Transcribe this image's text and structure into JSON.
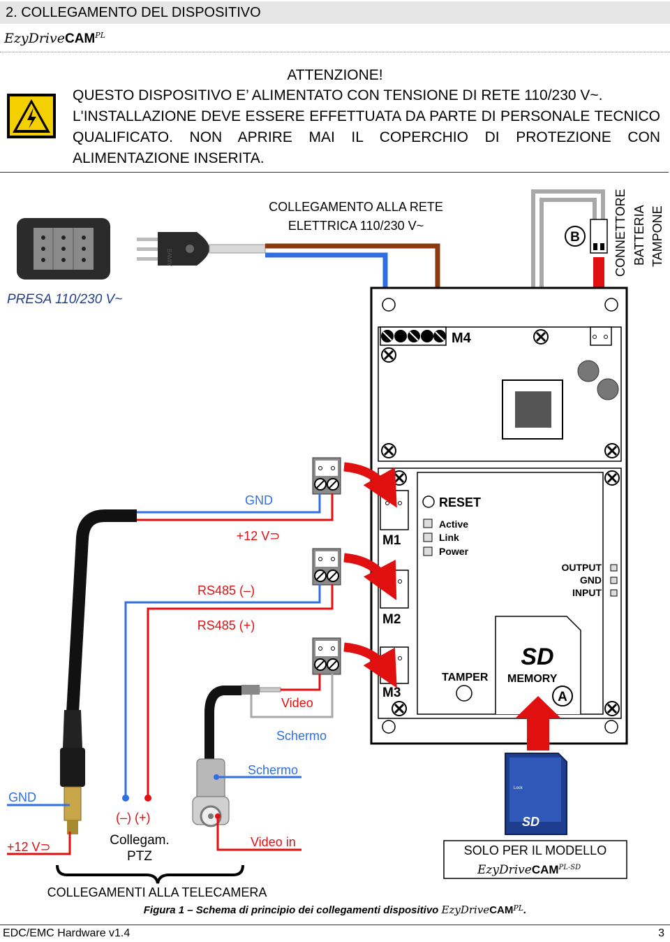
{
  "header": {
    "section_title": "2. COLLEGAMENTO DEL DISPOSITIVO",
    "brand_script": "EzyDrive",
    "brand_bold": "CAM",
    "brand_sup": "PL"
  },
  "warning": {
    "title": "ATTENZIONE!",
    "line1": "QUESTO DISPOSITIVO E’ ALIMENTATO CON TENSIONE DI RETE 110/230 V~.",
    "line2": "L'INSTALLAZIONE DEVE ESSERE EFFETTUATA DA PARTE DI PERSONALE TECNICO",
    "line3": "QUALIFICATO. NON APRIRE MAI IL COPERCHIO DI PROTEZIONE CON",
    "line4": "ALIMENTAZIONE INSERITA.",
    "icon": "high-voltage-icon"
  },
  "diagram": {
    "mains_label_1": "COLLEGAMENTO ALLA RETE",
    "mains_label_2": "ELETTRICA 110/230 V~",
    "socket_label": "PRESA 110/230 V~",
    "backup_connector_1": "CONNETTORE",
    "backup_connector_2": "BATTERIA",
    "backup_connector_3": "TAMPONE",
    "marker_b": "B",
    "marker_a": "A",
    "m4": "M4",
    "m1": "M1",
    "m2": "M2",
    "m3": "M3",
    "reset": "RESET",
    "led_active": "Active",
    "led_link": "Link",
    "led_power": "Power",
    "out_output": "OUTPUT",
    "out_gnd": "GND",
    "out_input": "INPUT",
    "tamper": "TAMPER",
    "memory": "MEMORY",
    "gnd_wire": "GND",
    "v12_wire": "+12 V⊃",
    "rs485_minus": "RS485 (–)",
    "rs485_plus": "RS485 (+)",
    "video": "Video",
    "schermo_1": "Schermo",
    "schermo_2": "Schermo",
    "gnd_left": "GND",
    "v12_left": "+12 V⊃",
    "ptz_pol": "(–)  (+)",
    "ptz_1": "Collegam.",
    "ptz_2": "PTZ",
    "video_in": "Video in",
    "camera_connections": "COLLEGAMENTI ALLA TELECAMERA",
    "sd_only_1": "SOLO PER IL MODELLO",
    "sd_brand_script": "EzyDrive",
    "sd_brand_bold": "CAM",
    "sd_brand_sup": "PL-SD",
    "plug_text": "BAMIV",
    "sd_logo": "SD",
    "sd_lock": "Lock",
    "colors": {
      "brown": "#8B3A0F",
      "blue": "#2f6fe0",
      "red": "#e01010",
      "grey_wire": "#a8a8a8",
      "green_shield": "#5a8fd8"
    }
  },
  "caption": {
    "prefix": "Figura 1 – Schema di principio dei collegamenti dispositivo ",
    "brand_script": "EzyDrive",
    "brand_bold": "CAM",
    "brand_sup": "PL",
    "suffix": "."
  },
  "footer": {
    "left": "EDC/EMC Hardware v1.4",
    "right": "3"
  }
}
